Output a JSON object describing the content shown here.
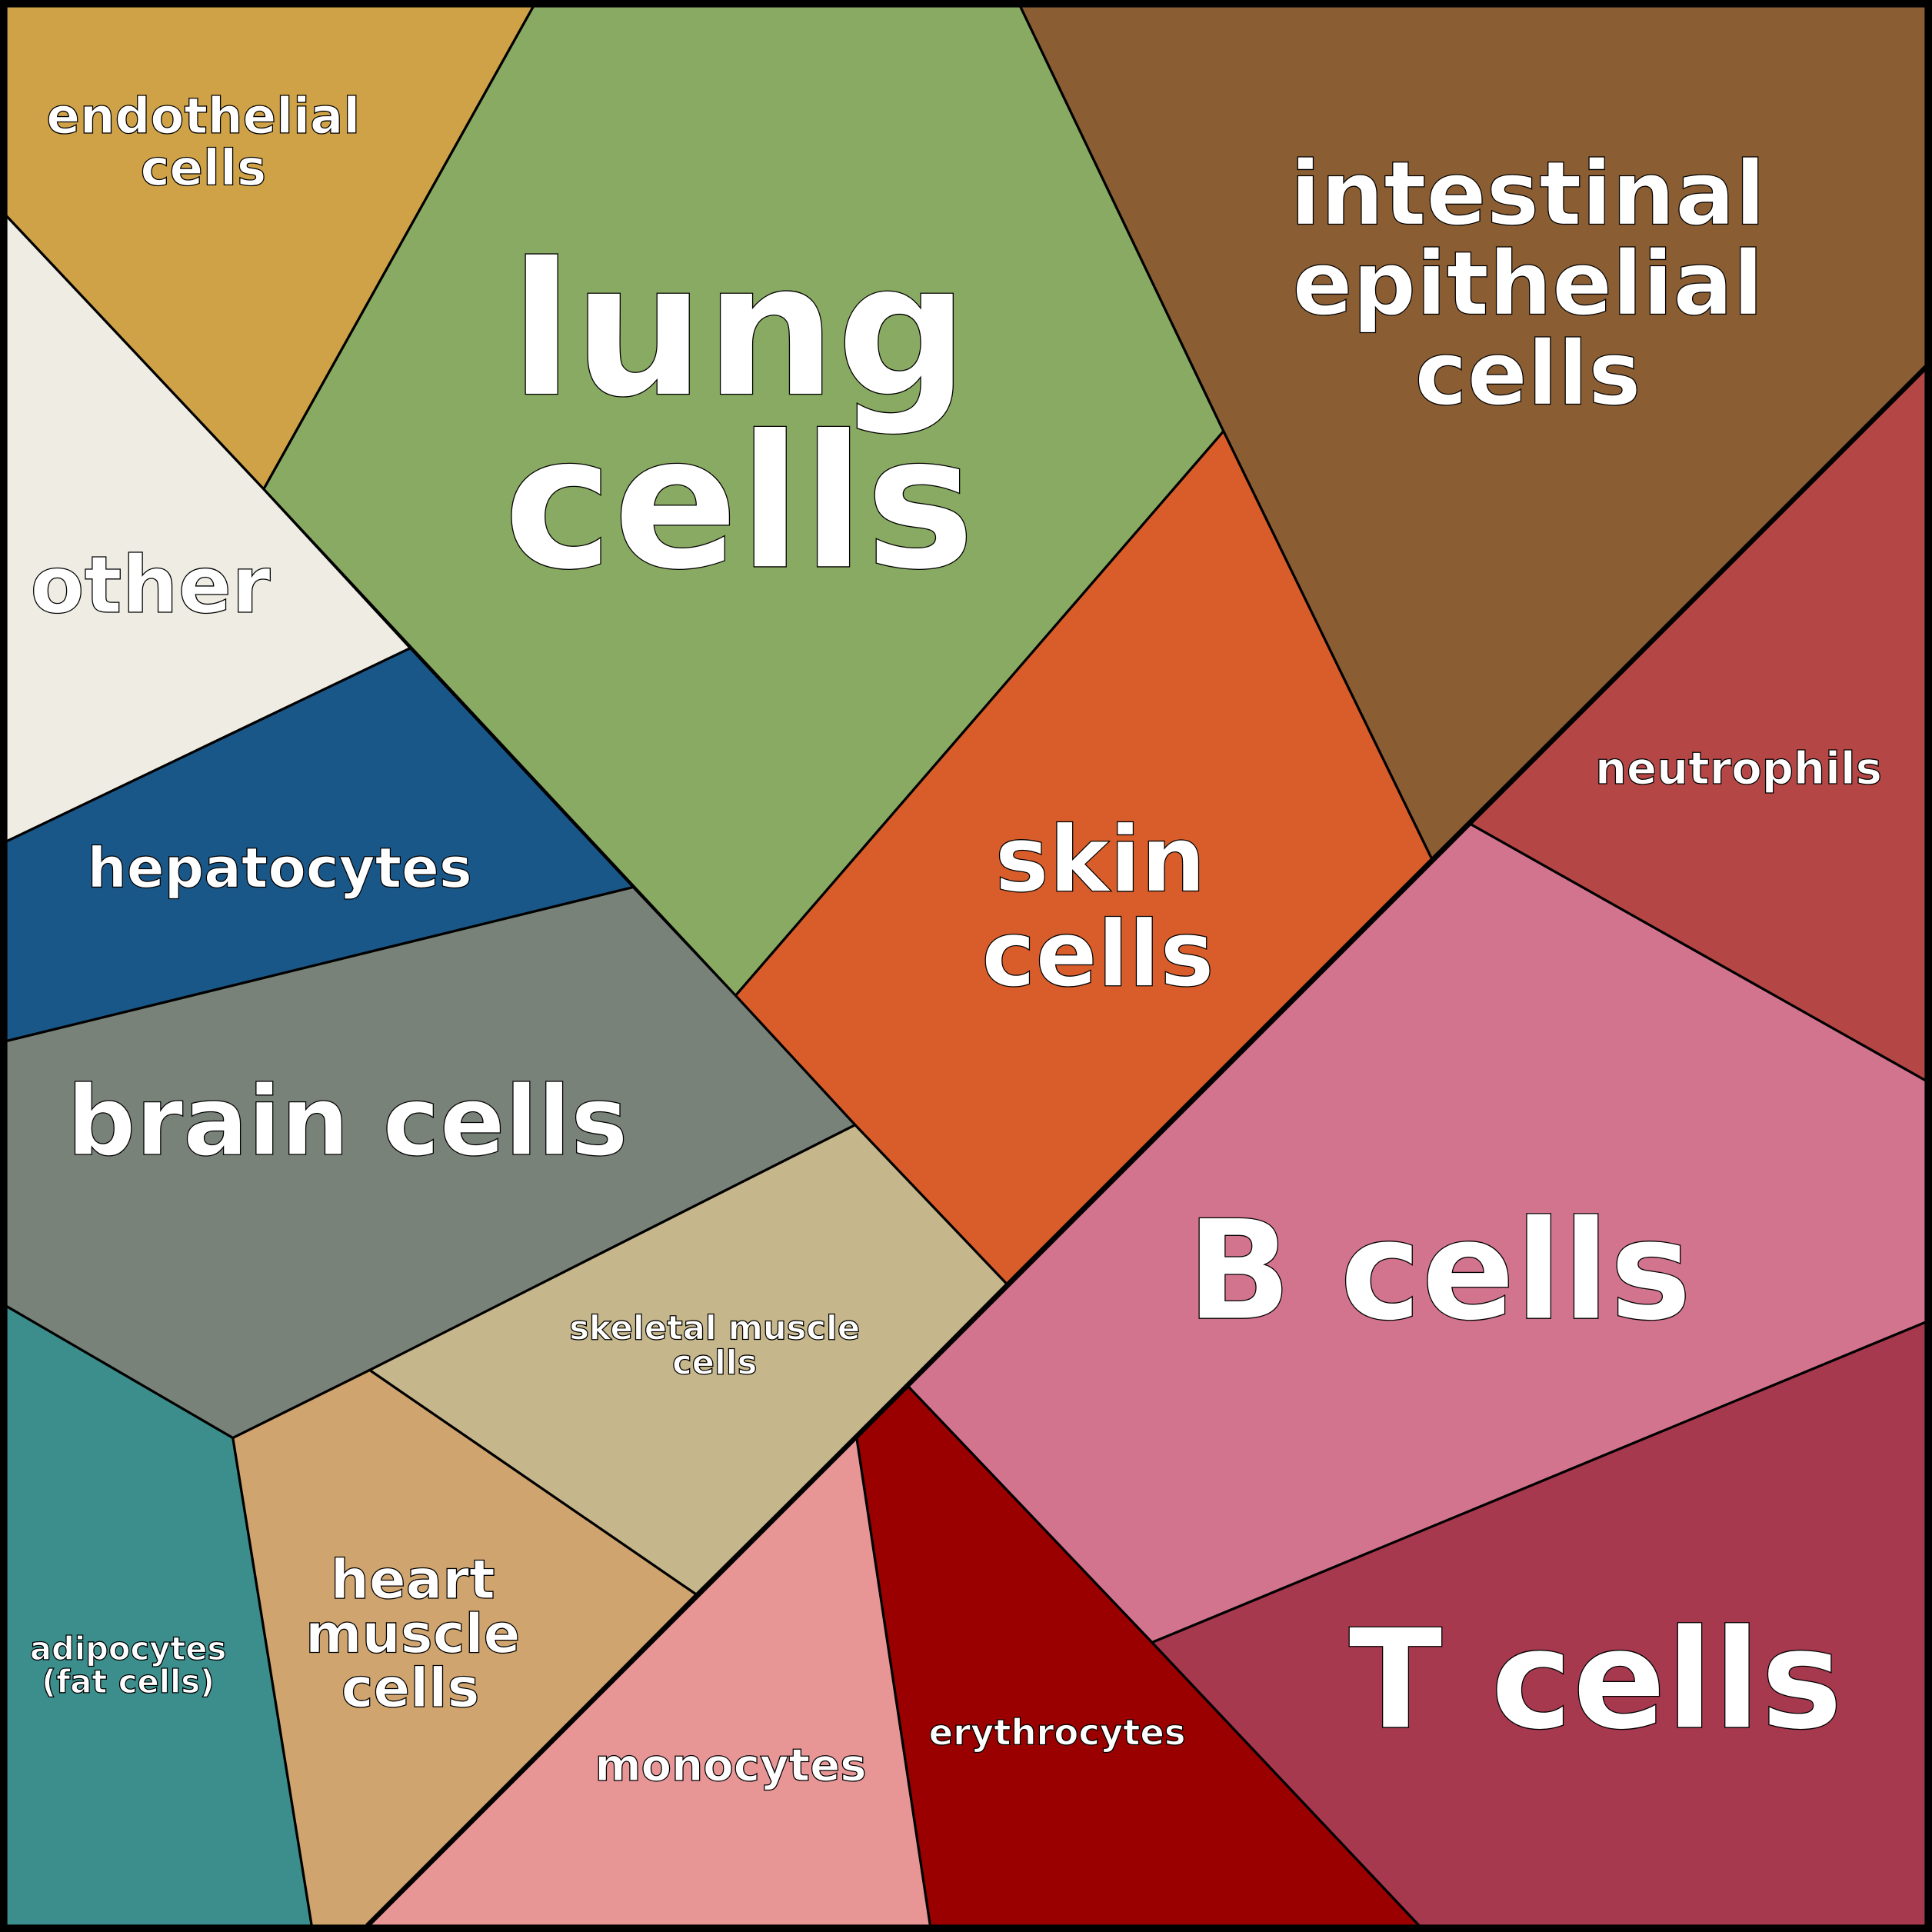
{
  "title": "Cell types Voronoi treemap",
  "cells": [
    {
      "name": "endothelial",
      "lines": [
        "endothelial",
        "cells"
      ],
      "color": "#CFA247"
    },
    {
      "name": "lung",
      "lines": [
        "lung",
        "cells"
      ],
      "color": "#89AA62"
    },
    {
      "name": "intestinal",
      "lines": [
        "intestinal",
        "epithelial",
        "cells"
      ],
      "color": "#8A5D33"
    },
    {
      "name": "other",
      "lines": [
        "other"
      ],
      "color": "#EFEDE3"
    },
    {
      "name": "hepatocytes",
      "lines": [
        "hepatocytes"
      ],
      "color": "#1A5789"
    },
    {
      "name": "skin",
      "lines": [
        "skin",
        "cells"
      ],
      "color": "#D95D2B"
    },
    {
      "name": "brain",
      "lines": [
        "brain cells"
      ],
      "color": "#798278"
    },
    {
      "name": "skeletal",
      "lines": [
        "skeletal muscle",
        "cells"
      ],
      "color": "#C6B68B"
    },
    {
      "name": "adipocytes",
      "lines": [
        "adipocytes",
        "(fat cells)"
      ],
      "color": "#3B8E8B"
    },
    {
      "name": "heart",
      "lines": [
        "heart",
        "muscle",
        "cells"
      ],
      "color": "#D0A46E"
    },
    {
      "name": "monocytes",
      "lines": [
        "monocytes"
      ],
      "color": "#E79595"
    },
    {
      "name": "erythrocytes",
      "lines": [
        "erythrocytes"
      ],
      "color": "#9A0000"
    },
    {
      "name": "b-cells",
      "lines": [
        "B cells"
      ],
      "color": "#D3748F"
    },
    {
      "name": "neutrophils",
      "lines": [
        "neutrophils"
      ],
      "color": "#B54646"
    },
    {
      "name": "t-cells",
      "lines": [
        "T cells"
      ],
      "color": "#A7394F"
    }
  ]
}
